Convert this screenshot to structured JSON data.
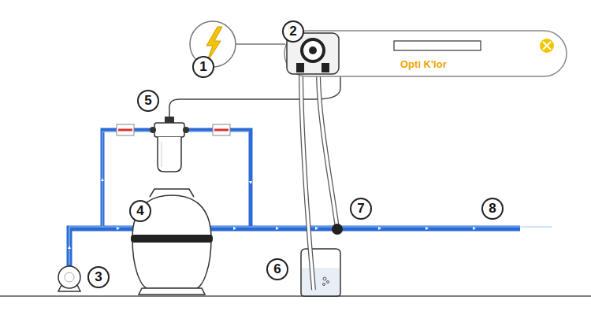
{
  "diagram": {
    "nodes": [
      {
        "text": [
          "Opti K'lor"
        ]
      }
    ],
    "labels": [
      "1",
      "2",
      "3",
      "4",
      "5",
      "6",
      "7",
      "8"
    ]
  }
}
